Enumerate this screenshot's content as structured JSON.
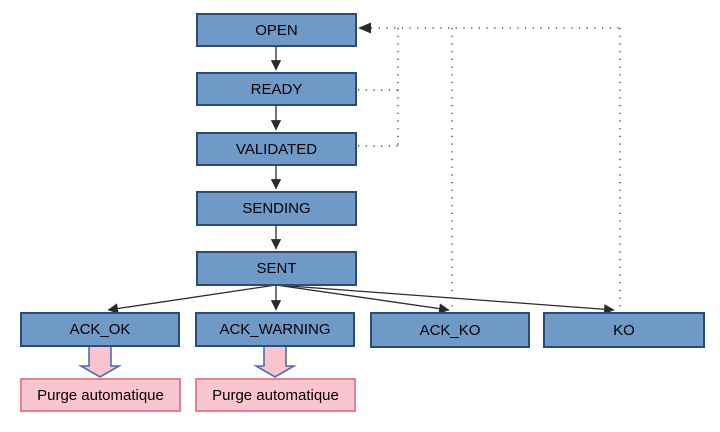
{
  "diagram": {
    "kind": "state-flow-diagram",
    "nodes": {
      "open": {
        "label": "OPEN"
      },
      "ready": {
        "label": "READY"
      },
      "validated": {
        "label": "VALIDATED"
      },
      "sending": {
        "label": "SENDING"
      },
      "sent": {
        "label": "SENT"
      },
      "ack_ok": {
        "label": "ACK_OK"
      },
      "ack_warning": {
        "label": "ACK_WARNING"
      },
      "ack_ko": {
        "label": "ACK_KO"
      },
      "ko": {
        "label": "KO"
      },
      "purge_ok": {
        "label": "Purge automatique"
      },
      "purge_warning": {
        "label": "Purge automatique"
      }
    },
    "edges": {
      "solid": [
        {
          "from": "OPEN",
          "to": "READY"
        },
        {
          "from": "READY",
          "to": "VALIDATED"
        },
        {
          "from": "VALIDATED",
          "to": "SENDING"
        },
        {
          "from": "SENDING",
          "to": "SENT"
        },
        {
          "from": "SENT",
          "to": "ACK_OK"
        },
        {
          "from": "SENT",
          "to": "ACK_WARNING"
        },
        {
          "from": "SENT",
          "to": "ACK_KO"
        },
        {
          "from": "SENT",
          "to": "KO"
        }
      ],
      "dotted_return": [
        {
          "from": "READY",
          "to": "OPEN"
        },
        {
          "from": "VALIDATED",
          "to": "OPEN"
        },
        {
          "from": "ACK_KO",
          "to": "OPEN"
        },
        {
          "from": "KO",
          "to": "OPEN"
        }
      ],
      "block_arrows": [
        {
          "from": "ACK_OK",
          "to": "Purge automatique"
        },
        {
          "from": "ACK_WARNING",
          "to": "Purge automatique"
        }
      ]
    }
  },
  "colors": {
    "background": "#ffffff",
    "state_fill": "#6f9ac8",
    "state_border": "#2b4c77",
    "purge_fill": "#fbc5cf",
    "purge_border": "#e4808f",
    "block_arrow_fill": "#fac3ce",
    "block_arrow_border": "#4a6fad",
    "connector": "#2a2a2a",
    "text": "#000000"
  }
}
